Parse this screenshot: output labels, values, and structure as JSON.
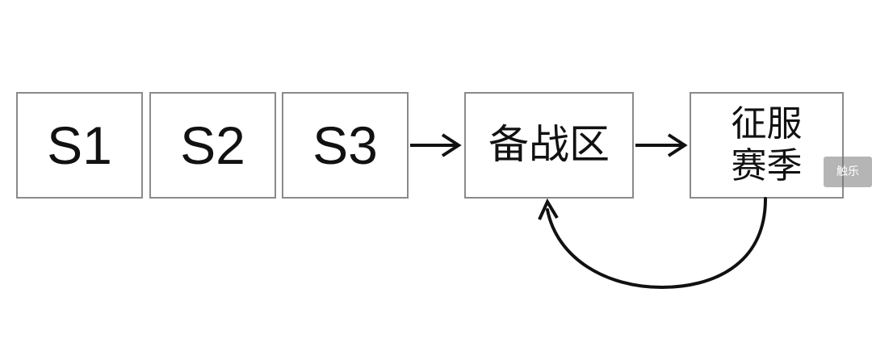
{
  "diagram": {
    "nodes": [
      {
        "id": "s1",
        "label": "S1"
      },
      {
        "id": "s2",
        "label": "S2"
      },
      {
        "id": "s3",
        "label": "S3"
      },
      {
        "id": "prep",
        "label": "备战区"
      },
      {
        "id": "conquest",
        "label": "征服\n赛季"
      }
    ],
    "edges": [
      {
        "from": "s3",
        "to": "prep",
        "style": "straight-arrow"
      },
      {
        "from": "prep",
        "to": "conquest",
        "style": "straight-arrow"
      },
      {
        "from": "conquest",
        "to": "prep",
        "style": "curved-arrow-below"
      }
    ],
    "colors": {
      "box_border": "#8a8a8a",
      "text": "#111111",
      "arrow": "#111111",
      "background": "#ffffff"
    }
  },
  "watermark": {
    "text": "触乐"
  }
}
